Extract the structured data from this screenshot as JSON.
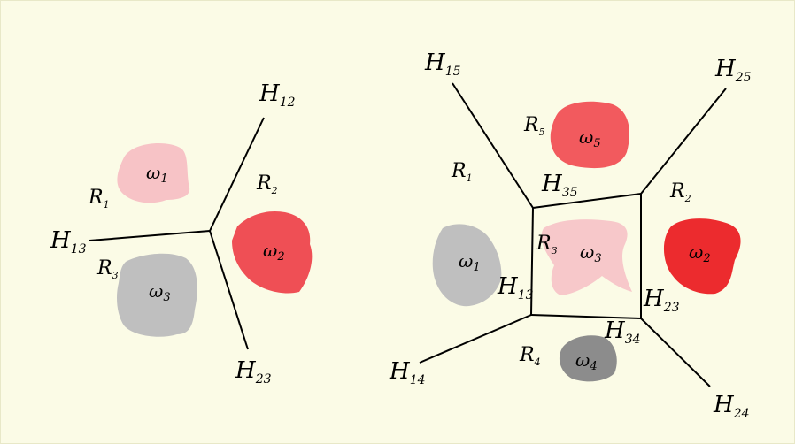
{
  "left_diagram": {
    "lines": {
      "H12": {
        "H": "H",
        "s": "12"
      },
      "H13": {
        "H": "H",
        "s": "13"
      },
      "H23": {
        "H": "H",
        "s": "23"
      }
    },
    "regions": {
      "R1": {
        "R": "R",
        "s": "1"
      },
      "R2": {
        "R": "R",
        "s": "2"
      },
      "R3": {
        "R": "R",
        "s": "3"
      }
    },
    "classes": {
      "w1": {
        "w": "ω",
        "s": "1",
        "color": "#f7c3c6"
      },
      "w2": {
        "w": "ω",
        "s": "2",
        "color": "#ef4f55"
      },
      "w3": {
        "w": "ω",
        "s": "3",
        "color": "#bfbfbf"
      }
    }
  },
  "right_diagram": {
    "lines": {
      "H15": {
        "H": "H",
        "s": "15"
      },
      "H25": {
        "H": "H",
        "s": "25"
      },
      "H35": {
        "H": "H",
        "s": "35"
      },
      "H13": {
        "H": "H",
        "s": "13"
      },
      "H23": {
        "H": "H",
        "s": "23"
      },
      "H34": {
        "H": "H",
        "s": "34"
      },
      "H14": {
        "H": "H",
        "s": "14"
      },
      "H24": {
        "H": "H",
        "s": "24"
      }
    },
    "regions": {
      "R1": {
        "R": "R",
        "s": "1"
      },
      "R2": {
        "R": "R",
        "s": "2"
      },
      "R3": {
        "R": "R",
        "s": "3"
      },
      "R4": {
        "R": "R",
        "s": "4"
      },
      "R5": {
        "R": "R",
        "s": "5"
      }
    },
    "classes": {
      "w1": {
        "w": "ω",
        "s": "1",
        "color": "#bfbfbf"
      },
      "w2": {
        "w": "ω",
        "s": "2",
        "color": "#ec2b2e"
      },
      "w3": {
        "w": "ω",
        "s": "3",
        "color": "#f7c8ca"
      },
      "w4": {
        "w": "ω",
        "s": "4",
        "color": "#8c8c8c"
      },
      "w5": {
        "w": "ω",
        "s": "5",
        "color": "#f25a5e"
      }
    }
  }
}
